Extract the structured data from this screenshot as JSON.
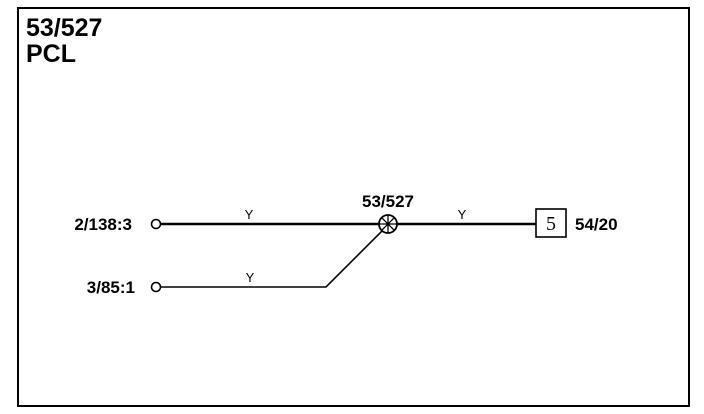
{
  "diagram": {
    "title_line1": "53/527",
    "title_line2": "PCL",
    "splice_label": "53/527",
    "wires": [
      {
        "from_label": "2/138:3",
        "color_code": "Y"
      },
      {
        "from_label": "3/85:1",
        "color_code": "Y"
      }
    ],
    "output": {
      "color_code": "Y",
      "connector_pin": "5",
      "connector_label": "54/20"
    }
  }
}
